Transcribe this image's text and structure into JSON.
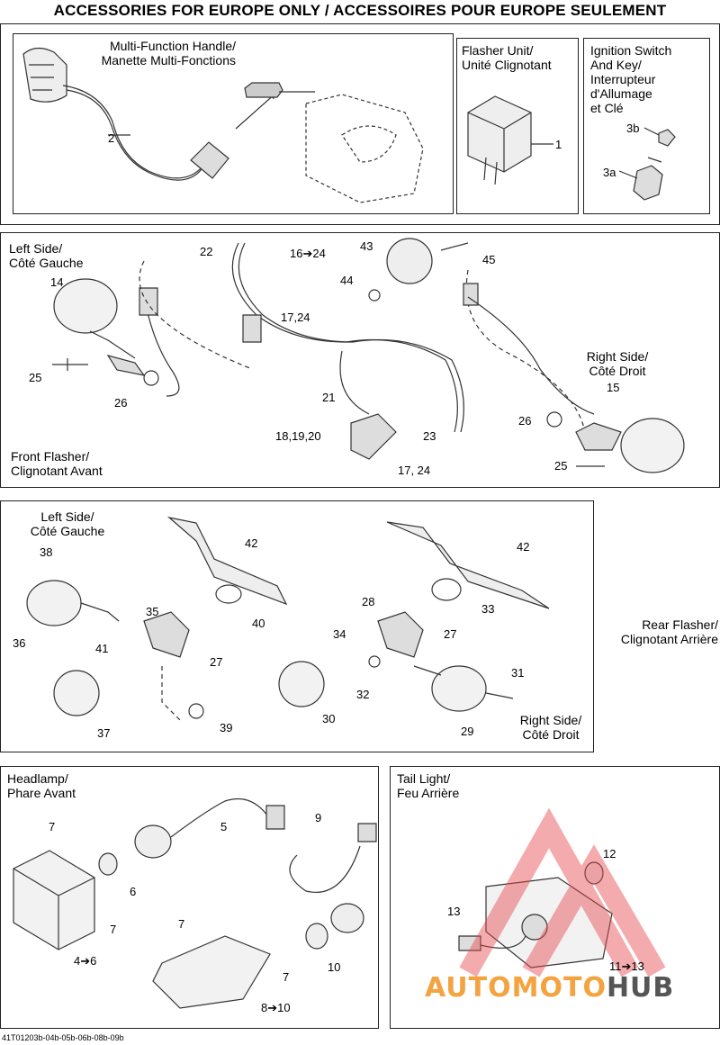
{
  "title": "ACCESSORIES FOR EUROPE ONLY / ACCESSOIRES POUR EUROPE SEULEMENT",
  "footer": "41T01203b-04b-05b-06b-08b-09b",
  "watermark": {
    "part1": "AUTOMOTO",
    "part2": "HUB",
    "color_orange": "#f4a340",
    "color_gray": "#555555",
    "color_red": "#e8474b"
  },
  "panels": {
    "handle": {
      "label": "Multi-Function Handle/\nManette Multi-Fonctions",
      "callouts": [
        "2"
      ]
    },
    "flasher_unit": {
      "label": "Flasher Unit/\nUnité Clignotant",
      "callouts": [
        "1"
      ]
    },
    "ignition": {
      "label": "Ignition Switch\nAnd Key/\nInterrupteur\nd'Allumage\net Clé",
      "callouts": [
        "3b",
        "3a"
      ]
    },
    "front_flasher": {
      "label": "Front Flasher/\nClignotant Avant",
      "left_side": "Left Side/\nCôté Gauche",
      "right_side": "Right Side/\nCôté Droit",
      "callouts": [
        "22",
        "16➔24",
        "43",
        "45",
        "44",
        "14",
        "17,24",
        "25",
        "26",
        "21",
        "18,19,20",
        "23",
        "17, 24",
        "15",
        "26",
        "25"
      ]
    },
    "rear_flasher": {
      "label": "Rear Flasher/\nClignotant Arrière",
      "left_side": "Left Side/\nCôté Gauche",
      "right_side": "Right Side/\nCôté Droit",
      "callouts": [
        "38",
        "42",
        "42",
        "35",
        "40",
        "28",
        "33",
        "36",
        "41",
        "27",
        "34",
        "27",
        "31",
        "32",
        "37",
        "39",
        "30",
        "29"
      ]
    },
    "headlamp": {
      "label": "Headlamp/\nPhare Avant",
      "callouts": [
        "7",
        "5",
        "9",
        "6",
        "7",
        "4➔6",
        "7",
        "10",
        "7",
        "8➔10"
      ]
    },
    "tail_light": {
      "label": "Tail Light/\nFeu Arrière",
      "callouts": [
        "12",
        "13",
        "11➔13"
      ]
    }
  }
}
